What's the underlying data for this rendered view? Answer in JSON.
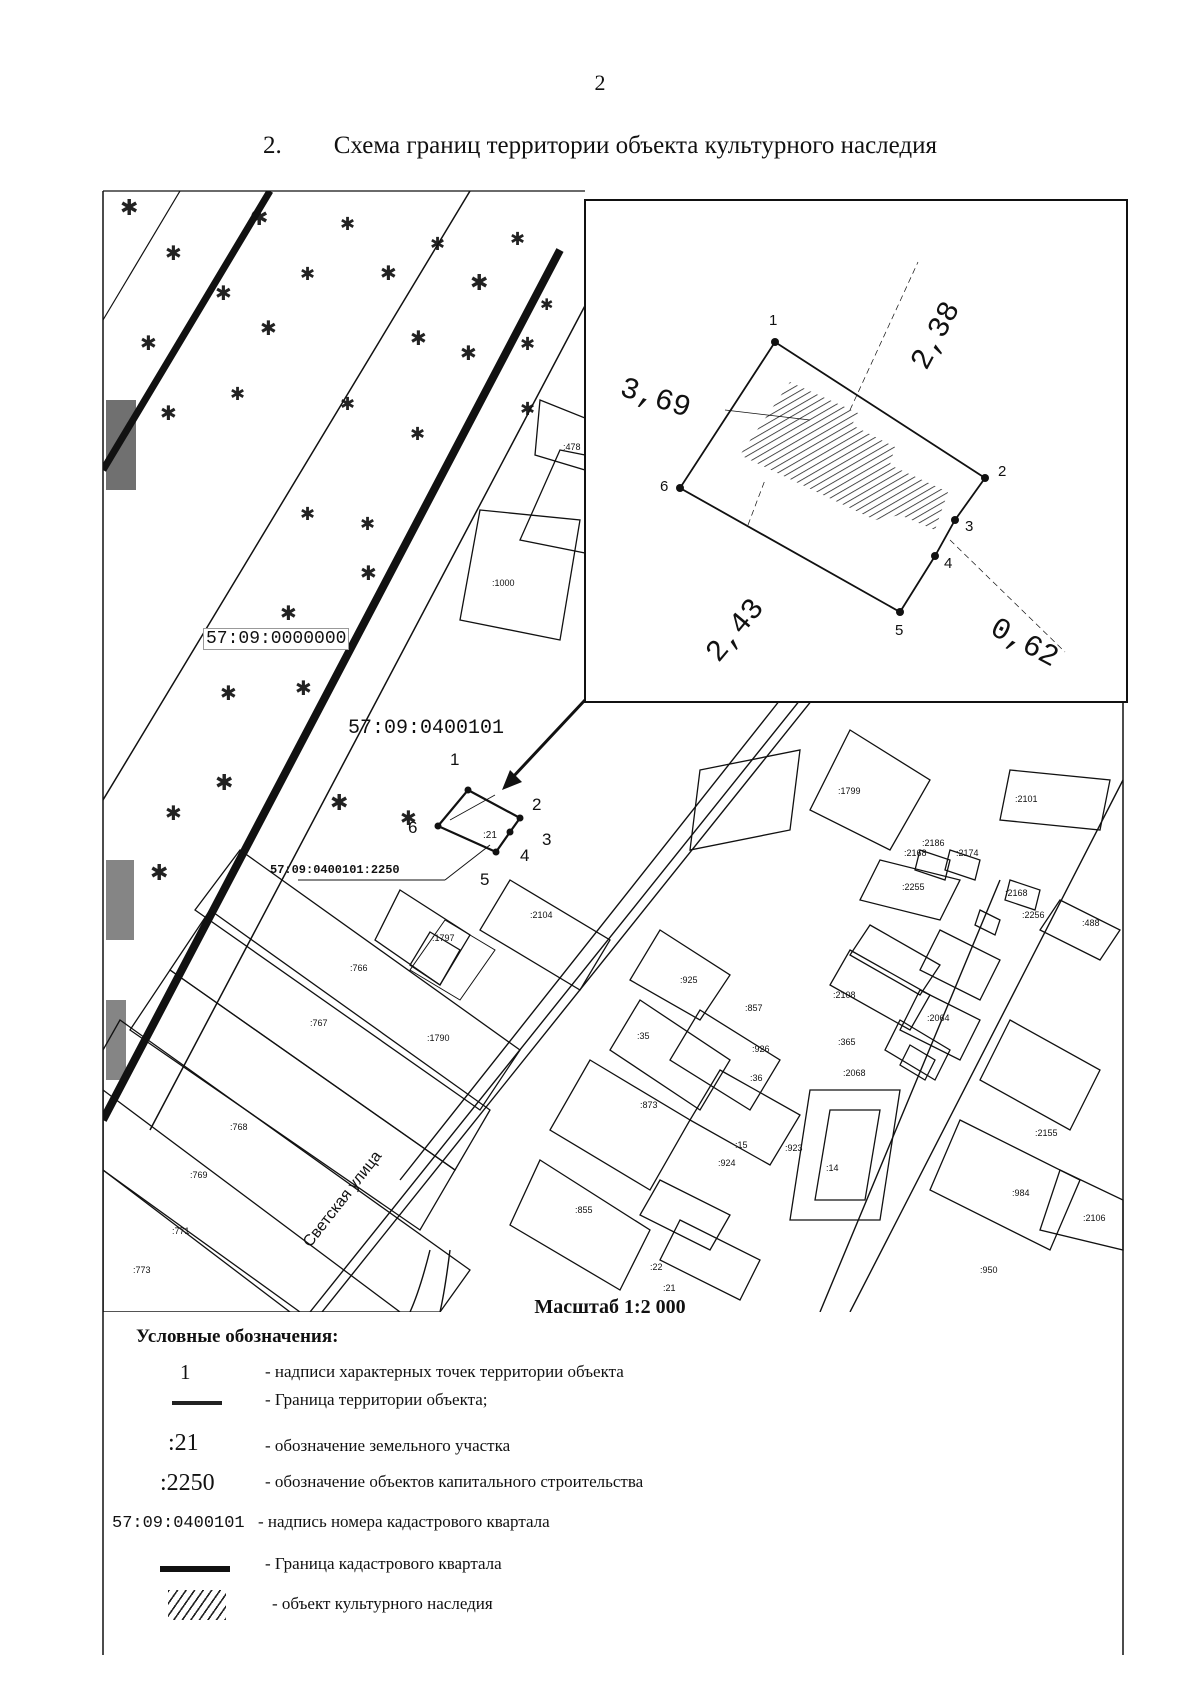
{
  "page_number": "2",
  "title_number": "2.",
  "title": "Схема границ территории объекта культурного наследия",
  "map": {
    "quarter_label_large": "57:09:0000000",
    "quarter_label": "57:09:0400101",
    "parcel_label": "57:09:0400101:2250",
    "object_parcel": ":21",
    "points": [
      "1",
      "2",
      "3",
      "4",
      "5",
      "6"
    ],
    "parcel_numbers": [
      ":478",
      ":1000",
      ":1799",
      ":1797",
      ":1790",
      ":766",
      ":767",
      ":768",
      ":769",
      ":771",
      ":773",
      ":2104",
      ":925",
      ":857",
      ":35",
      ":926",
      ":36",
      ":873",
      ":15",
      ":924",
      ":923",
      ":14",
      ":855",
      ":22",
      ":21",
      ":1799",
      ":2101",
      ":2168",
      ":2174",
      ":2186",
      ":2255",
      ":2168",
      ":2256",
      ":488",
      ":2108",
      ":2064",
      ":365",
      ":2068",
      ":2155",
      ":984",
      ":2106",
      ":950"
    ],
    "street_label": "Светская улица",
    "scale": "Масштаб 1:2 000"
  },
  "inset": {
    "points": [
      "1",
      "2",
      "3",
      "4",
      "5",
      "6"
    ],
    "dimensions": [
      "3,69",
      "2,38",
      "2,43",
      "0,62"
    ]
  },
  "legend": {
    "title": "Условные обозначения:",
    "items": [
      {
        "symbol": "1",
        "text": "- надписи характерных точек территории объекта"
      },
      {
        "symbol": "",
        "text": "- Граница территории объекта;"
      },
      {
        "symbol": ":21",
        "text": "- обозначение земельного участка"
      },
      {
        "symbol": ":2250",
        "text": "- обозначение объектов капитального строительства"
      },
      {
        "symbol": "57:09:0400101",
        "text": "- надпись номера кадастрового квартала"
      },
      {
        "symbol": "",
        "text": "- Граница кадастрового квартала"
      },
      {
        "symbol": "",
        "text": "- объект культурного наследия"
      }
    ]
  }
}
